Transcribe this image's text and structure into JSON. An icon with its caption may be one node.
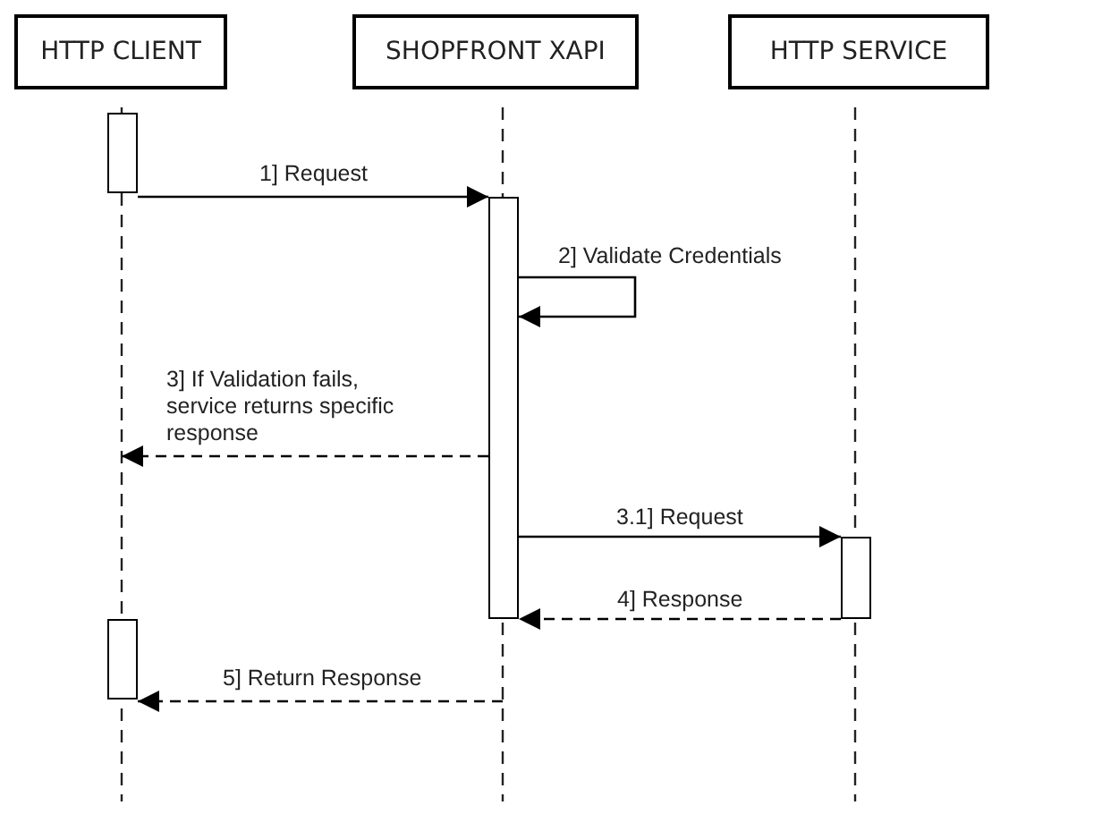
{
  "diagram": {
    "nodes": [
      {
        "text": [
          "HTTP CLIENT"
        ]
      },
      {
        "text": [
          "SHOPFRONT XAPI"
        ]
      },
      {
        "text": [
          "HTTP SERVICE"
        ]
      },
      {
        "text": [],
        "shape": "bar"
      },
      {
        "text": [],
        "shape": "bar"
      },
      {
        "text": [],
        "shape": "bar"
      },
      {
        "text": [],
        "shape": "bar"
      }
    ],
    "edges": [
      {
        "from": 3,
        "to": 4,
        "arrow": "to",
        "label": "1] Request"
      },
      {
        "from": 4,
        "to": 4,
        "arrow": "to",
        "label": "2] Validate Credentials"
      },
      {
        "from": 4,
        "to": null,
        "arrow": "to",
        "label": "3] If Validation fails, service returns specific response",
        "style": "dashed"
      },
      {
        "from": 4,
        "to": 5,
        "arrow": "to",
        "label": "3.1] Request"
      },
      {
        "from": 5,
        "to": 4,
        "arrow": "to",
        "label": "4] Response",
        "style": "dashed"
      },
      {
        "from": null,
        "to": 6,
        "arrow": "to",
        "label": "5] Return Response",
        "style": "dashed"
      }
    ]
  }
}
